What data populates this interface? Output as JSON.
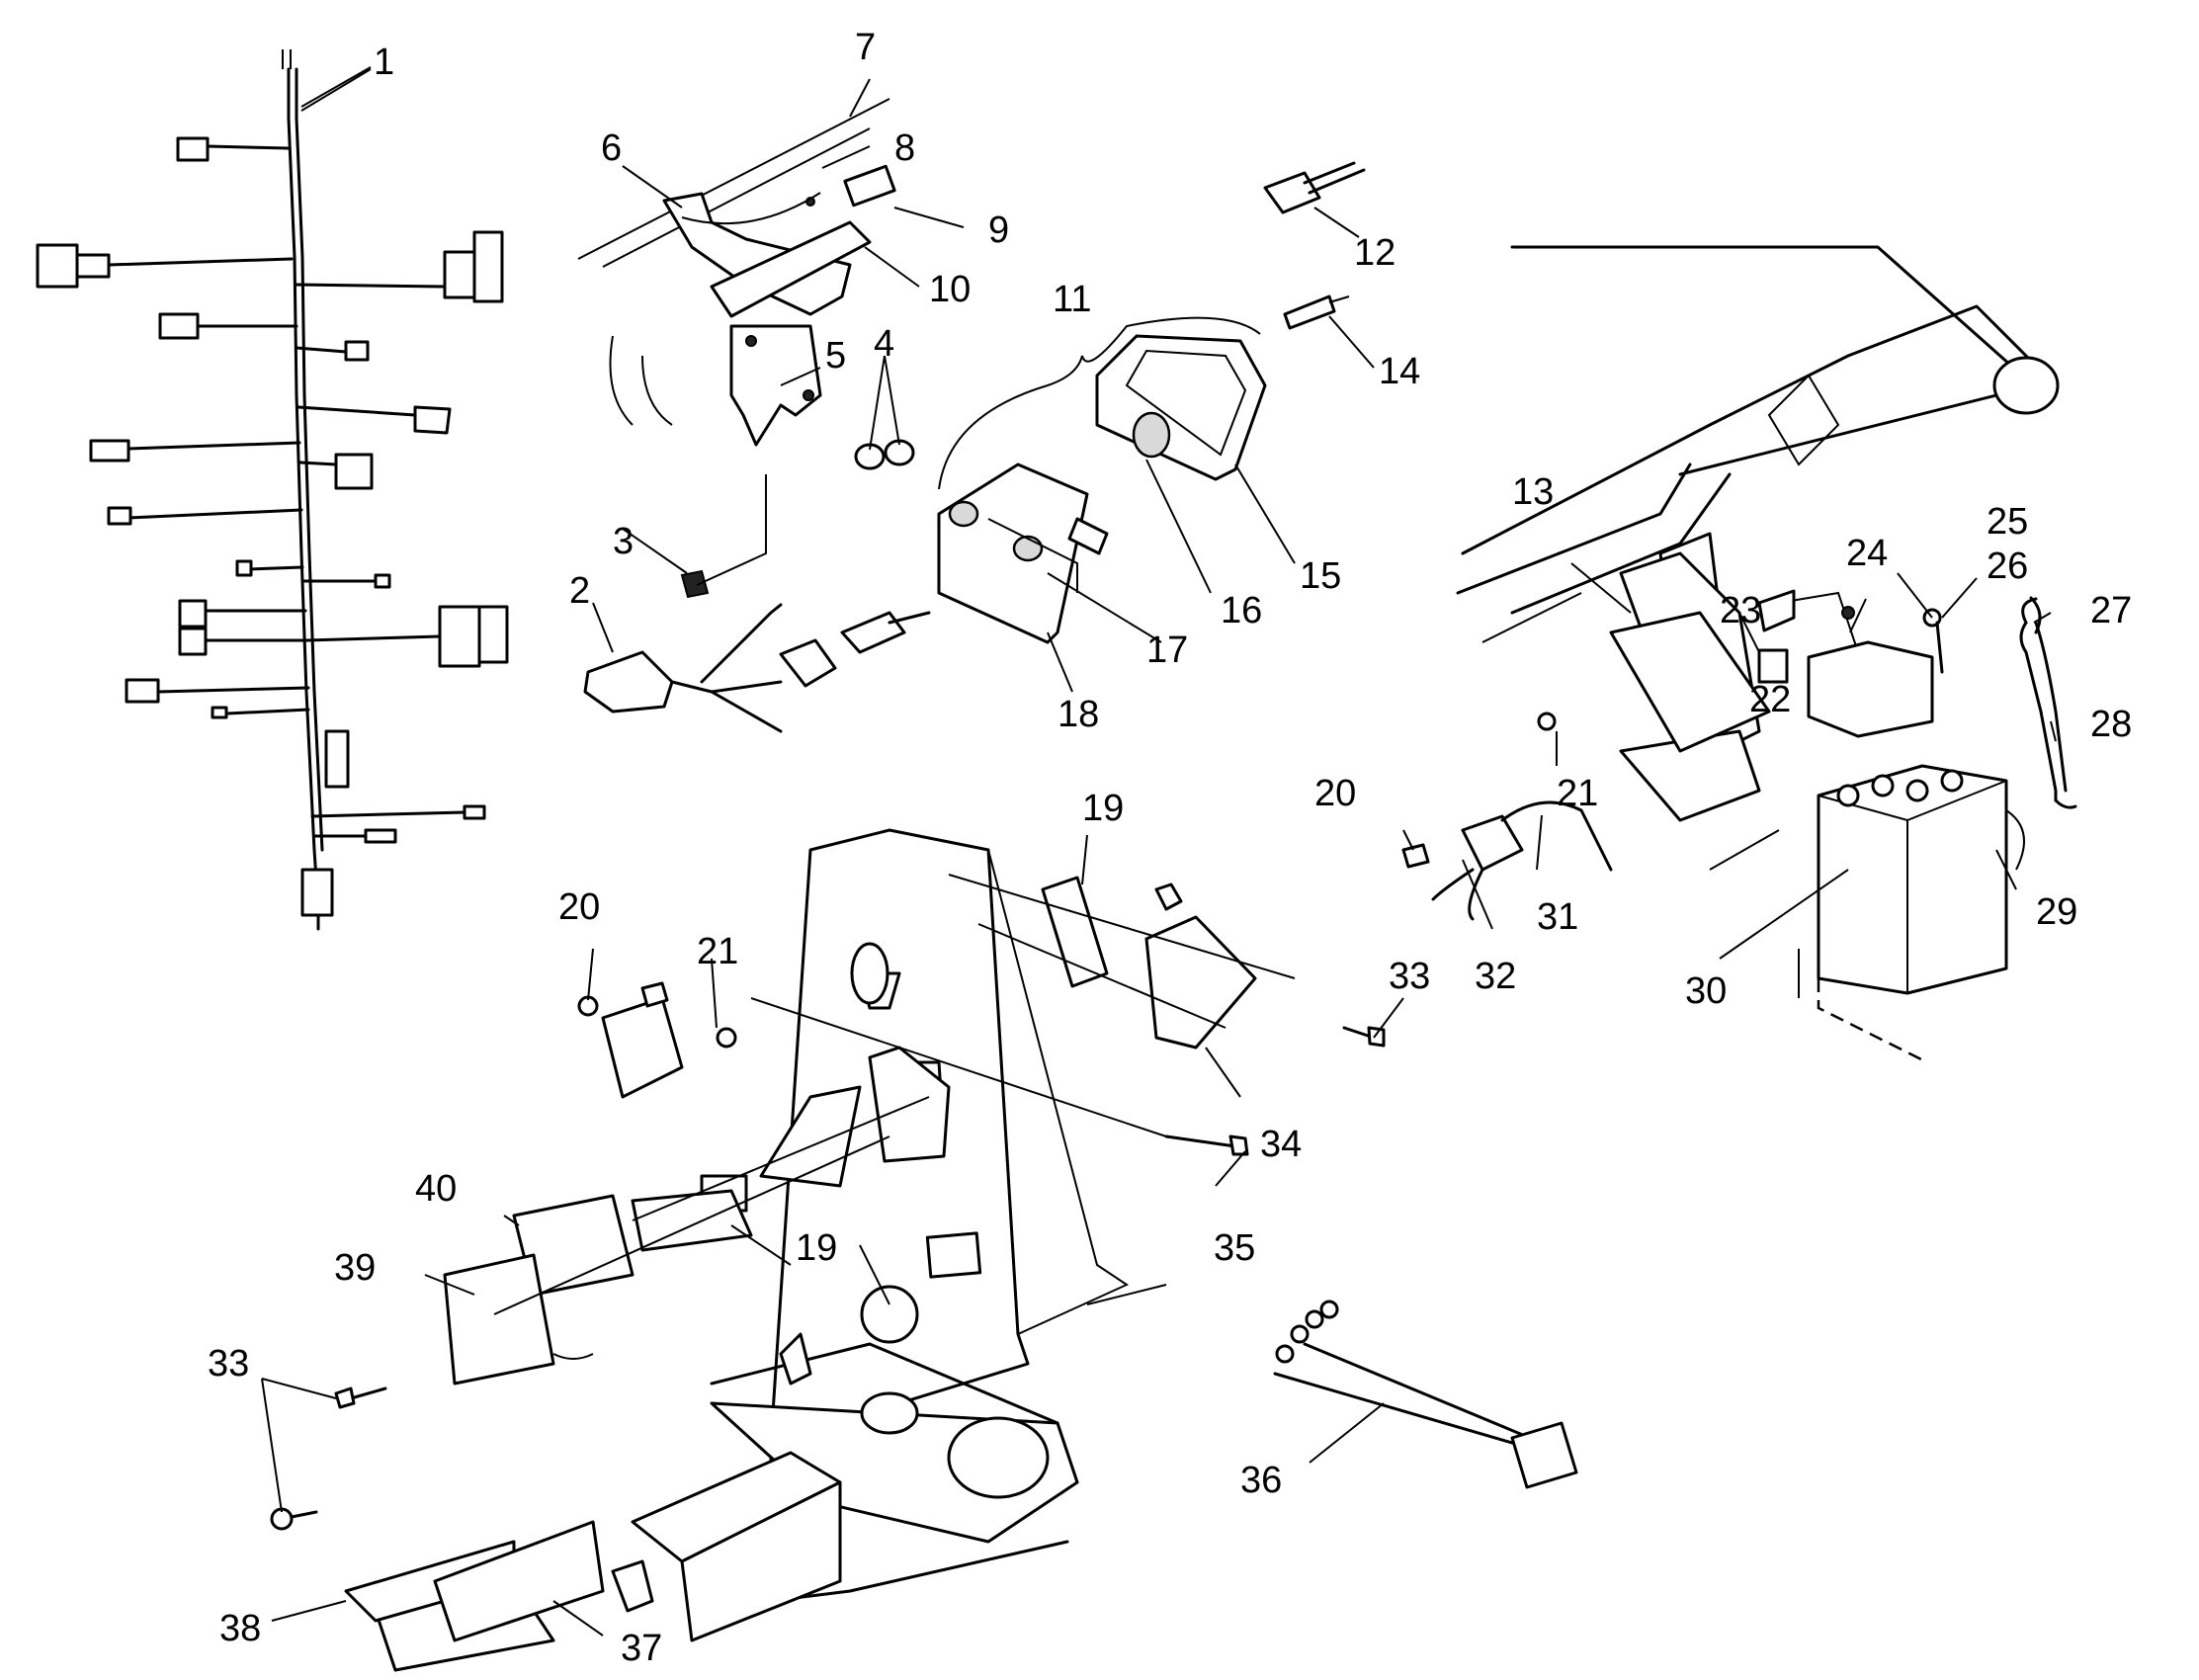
{
  "diagram": {
    "callouts": [
      {
        "id": "c1",
        "text": "1"
      },
      {
        "id": "c2",
        "text": "2"
      },
      {
        "id": "c3",
        "text": "3"
      },
      {
        "id": "c4",
        "text": "4"
      },
      {
        "id": "c5",
        "text": "5"
      },
      {
        "id": "c6",
        "text": "6"
      },
      {
        "id": "c7",
        "text": "7"
      },
      {
        "id": "c8",
        "text": "8"
      },
      {
        "id": "c9",
        "text": "9"
      },
      {
        "id": "c10",
        "text": "10"
      },
      {
        "id": "c11",
        "text": "11"
      },
      {
        "id": "c12",
        "text": "12"
      },
      {
        "id": "c13",
        "text": "13"
      },
      {
        "id": "c14",
        "text": "14"
      },
      {
        "id": "c15",
        "text": "15"
      },
      {
        "id": "c16",
        "text": "16"
      },
      {
        "id": "c17",
        "text": "17"
      },
      {
        "id": "c18",
        "text": "18"
      },
      {
        "id": "c19a",
        "text": "19"
      },
      {
        "id": "c19b",
        "text": "19"
      },
      {
        "id": "c20a",
        "text": "20"
      },
      {
        "id": "c20b",
        "text": "20"
      },
      {
        "id": "c21a",
        "text": "21"
      },
      {
        "id": "c21b",
        "text": "21"
      },
      {
        "id": "c22",
        "text": "22"
      },
      {
        "id": "c23",
        "text": "23"
      },
      {
        "id": "c24",
        "text": "24"
      },
      {
        "id": "c25",
        "text": "25"
      },
      {
        "id": "c26",
        "text": "26"
      },
      {
        "id": "c27",
        "text": "27"
      },
      {
        "id": "c28",
        "text": "28"
      },
      {
        "id": "c29",
        "text": "29"
      },
      {
        "id": "c30",
        "text": "30"
      },
      {
        "id": "c31",
        "text": "31"
      },
      {
        "id": "c32",
        "text": "32"
      },
      {
        "id": "c33a",
        "text": "33"
      },
      {
        "id": "c33b",
        "text": "33"
      },
      {
        "id": "c34",
        "text": "34"
      },
      {
        "id": "c35",
        "text": "35"
      },
      {
        "id": "c36",
        "text": "36"
      },
      {
        "id": "c37",
        "text": "37"
      },
      {
        "id": "c38",
        "text": "38"
      },
      {
        "id": "c39",
        "text": "39"
      },
      {
        "id": "c40",
        "text": "40"
      }
    ]
  }
}
